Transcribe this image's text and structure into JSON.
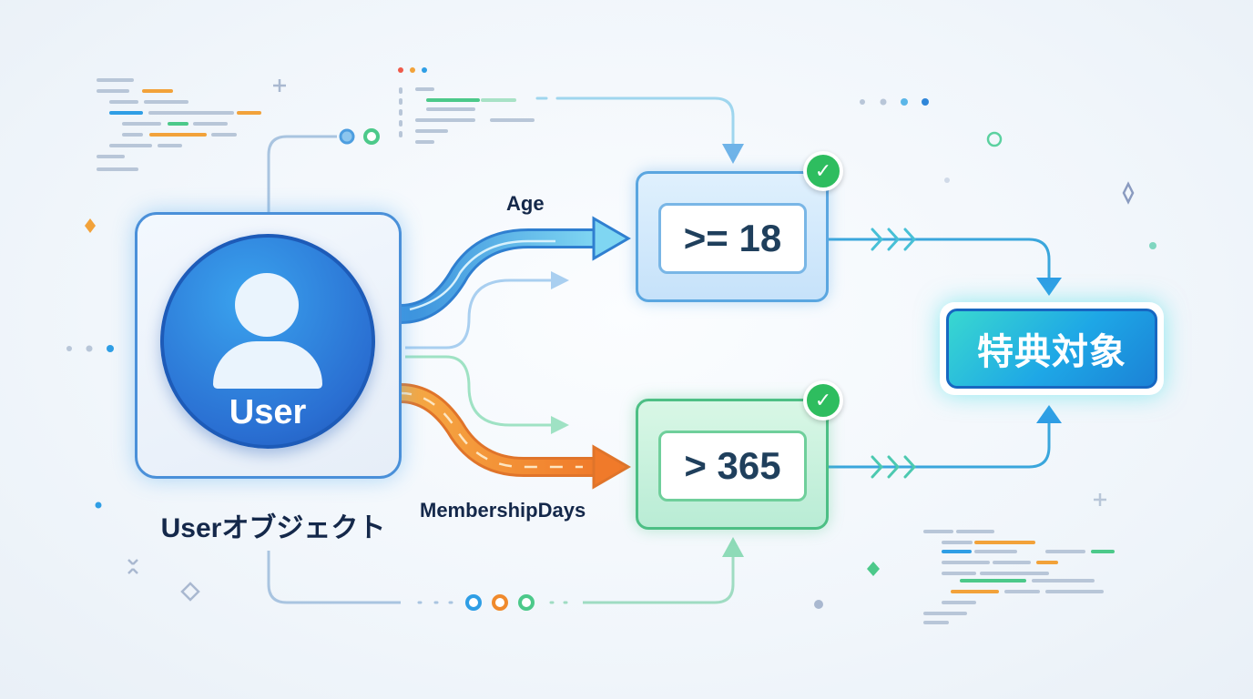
{
  "user": {
    "avatar_label": "User",
    "caption": "Userオブジェクト"
  },
  "edges": {
    "age_label": "Age",
    "membership_label": "MembershipDays"
  },
  "conditions": [
    {
      "expression": ">= 18",
      "status": "passed"
    },
    {
      "expression": "> 365",
      "status": "passed"
    }
  ],
  "result": {
    "label": "特典対象"
  },
  "colors": {
    "blue": "#2f86d9",
    "orange": "#f08a2c",
    "green": "#2ebd5f",
    "text": "#14284a"
  }
}
